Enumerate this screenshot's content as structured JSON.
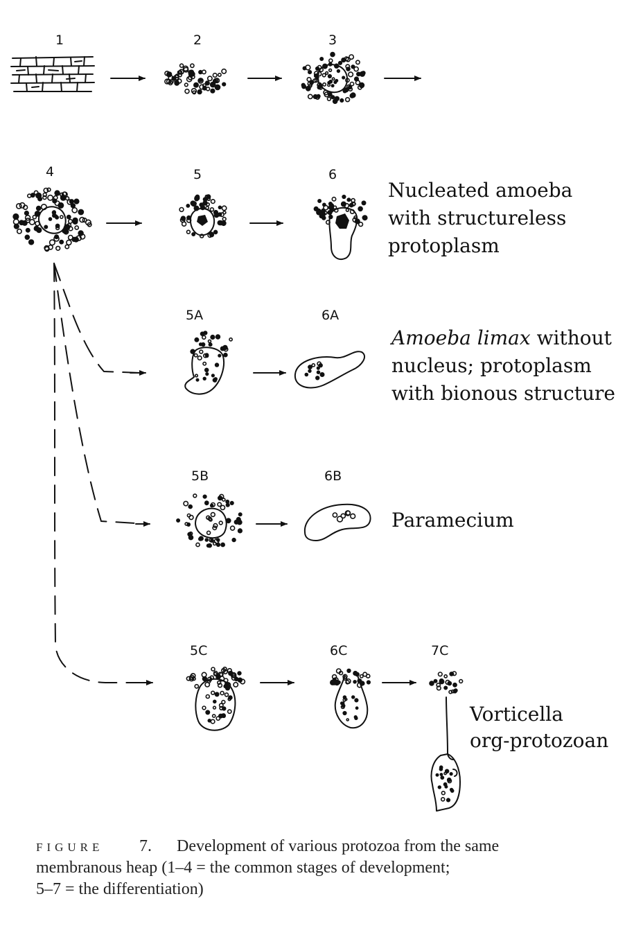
{
  "stages": {
    "s1": "1",
    "s2": "2",
    "s3": "3",
    "s4": "4",
    "s5": "5",
    "s6": "6",
    "s5a": "5A",
    "s6a": "6A",
    "s5b": "5B",
    "s6b": "6B",
    "s5c": "5C",
    "s6c": "6C",
    "s7c": "7C"
  },
  "descriptions": {
    "amoeba": [
      "Nucleated amoeba",
      "with structureless",
      "protoplasm"
    ],
    "limax_italic": "Amoeba limax",
    "limax_rest": " without",
    "limax_line2": "nucleus; protoplasm",
    "limax_line3": "with bionous structure",
    "paramecium": "Paramecium",
    "vorticella": [
      "Vorticella",
      "org-protozoan"
    ]
  },
  "caption": {
    "figure_word": "FIGURE",
    "figure_number": "7.",
    "line1": "Development of various protozoa from the same",
    "line2": "membranous heap (1–4 = the common stages of development;",
    "line3": "5–7 = the differentiation)"
  }
}
